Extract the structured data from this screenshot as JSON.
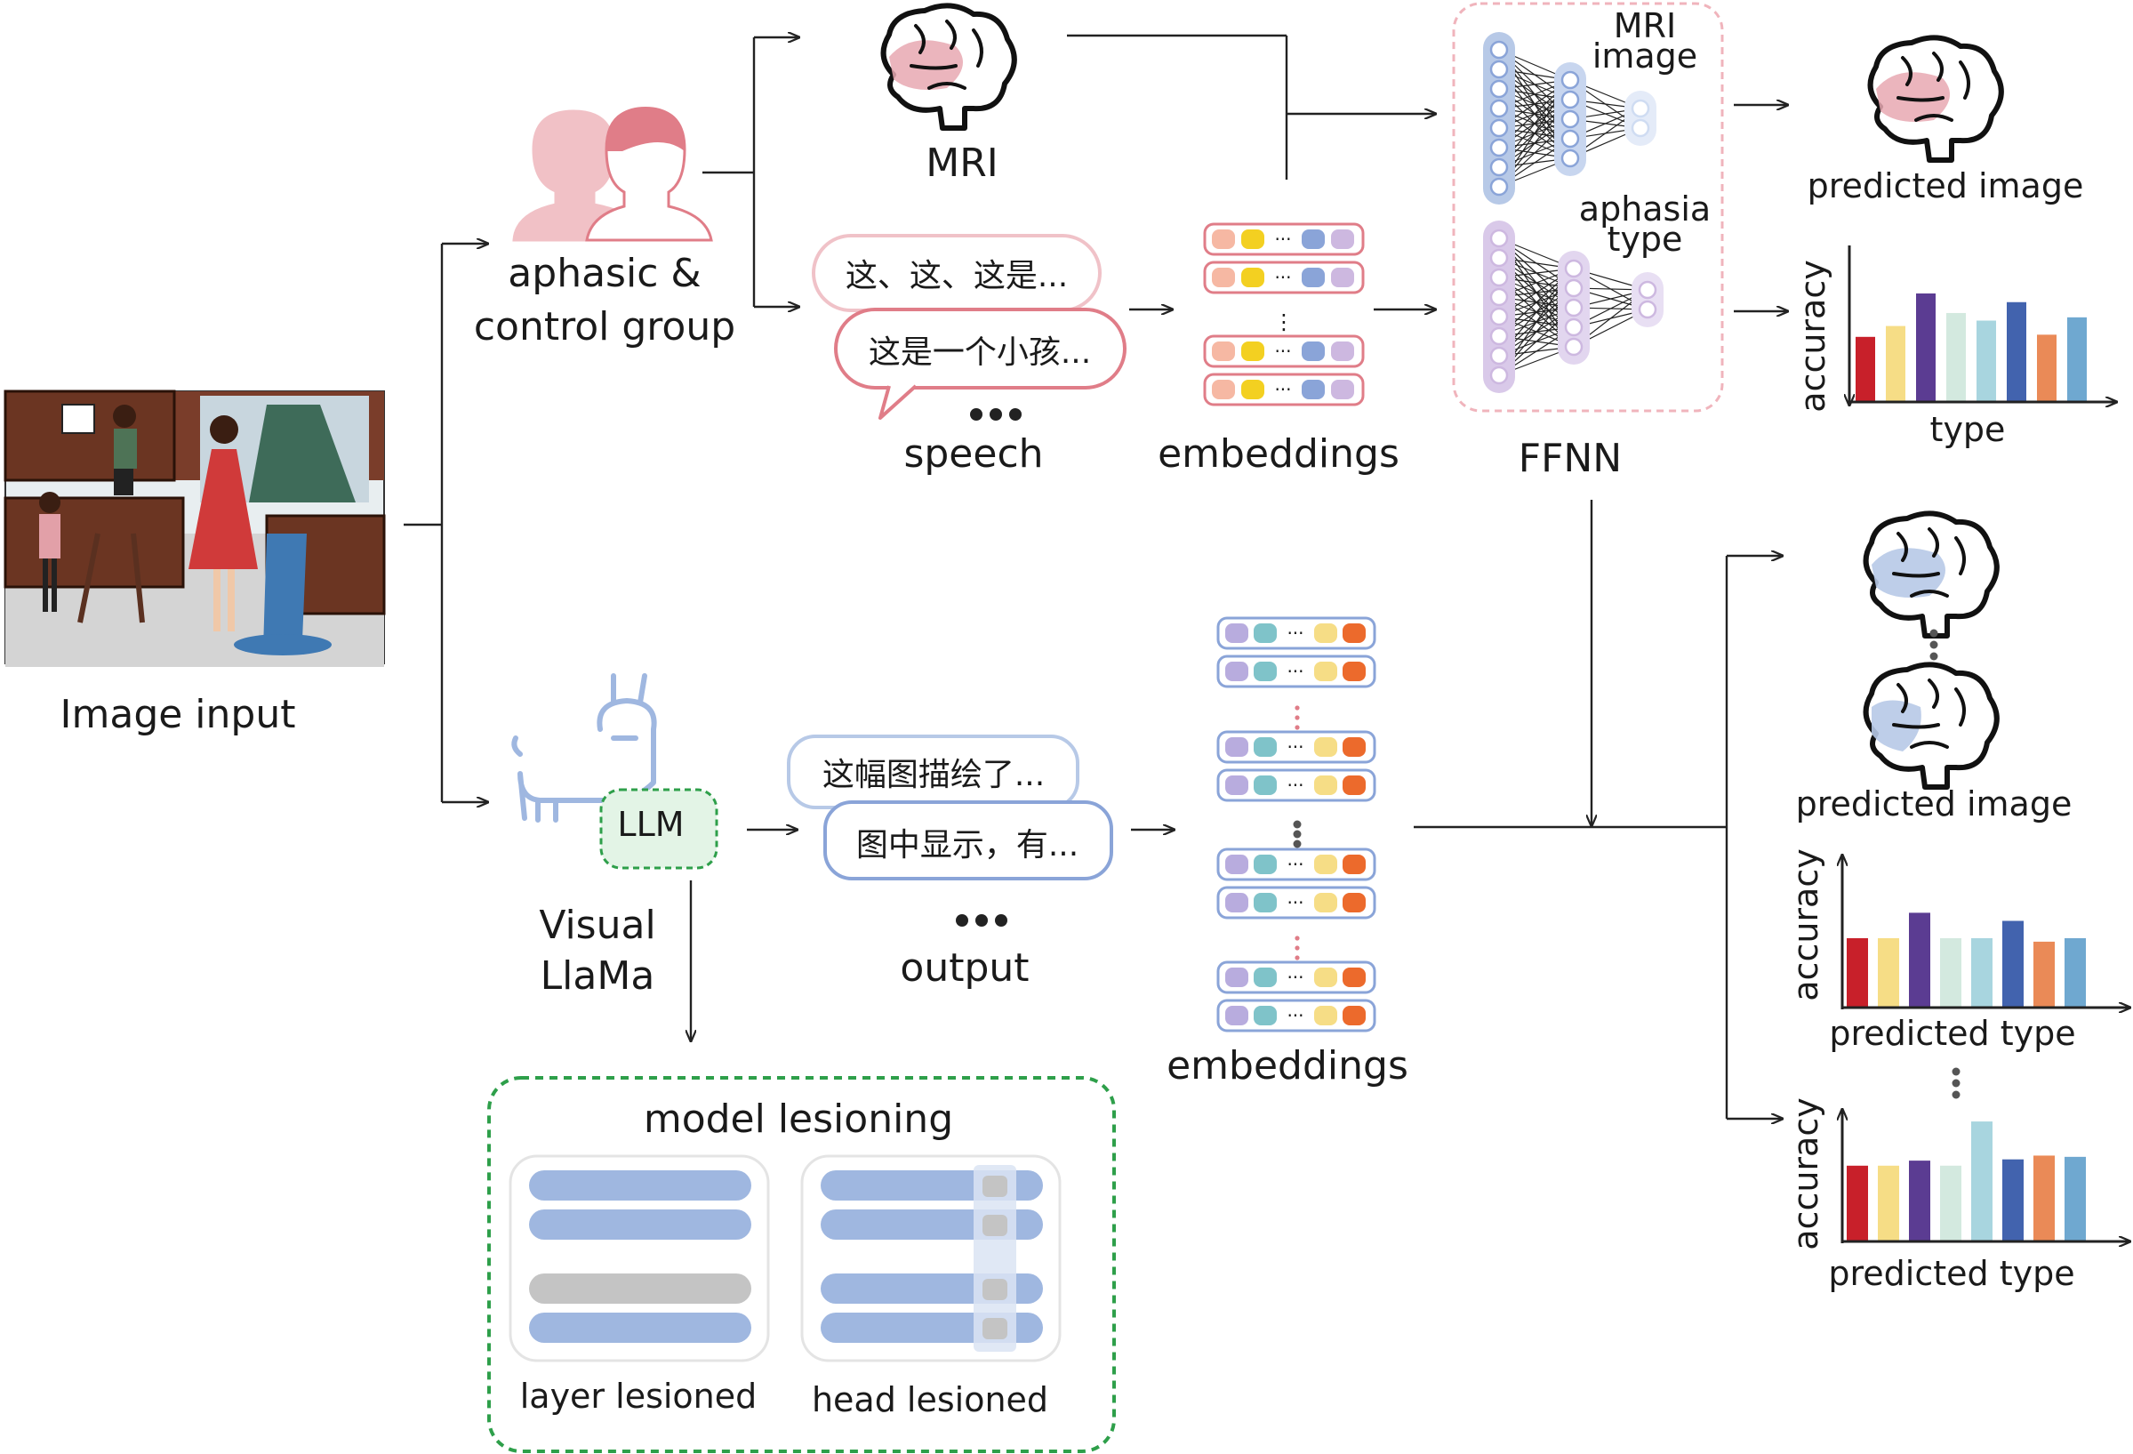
{
  "labels": {
    "image_input": "Image  input",
    "group_line1": "aphasic &",
    "group_line2": "control group",
    "mri": "MRI",
    "speech": "speech",
    "embeddings_top": "embeddings",
    "ffnn": "FFNN",
    "mri_image_line1": "MRI",
    "mri_image_line2": "image",
    "aphasia_type_line1": "aphasia",
    "aphasia_type_line2": "type",
    "predicted_image_top": "predicted image",
    "accuracy": "accuracy",
    "type": "type",
    "llm": "LLM",
    "visual_llama_line1": "Visual",
    "visual_llama_line2": "LlaMa",
    "output": "output",
    "embeddings_bottom": "embeddings",
    "predicted_image_bottom": "predicted image",
    "predicted_type": "predicted type",
    "model_lesioning": "model lesioning",
    "layer_lesioned": "layer lesioned",
    "head_lesioned": "head lesioned"
  },
  "speech_bubbles": [
    "这、这、这是...",
    "这是一个小孩..."
  ],
  "output_bubbles": [
    "这幅图描绘了...",
    "图中显示，有..."
  ],
  "colors": {
    "red": "#c8202a",
    "yellow": "#f6dd86",
    "purple": "#5b3c92",
    "mint": "#d3e9df",
    "light_blue": "#a8d5df",
    "blue": "#4263ae",
    "orange": "#ea8a57",
    "sky": "#6fa8d0",
    "pink_border": "#e07d88",
    "llama_blue": "#9fb7e0",
    "green_dash": "#2e9f4a"
  },
  "chart_data": [
    {
      "type": "bar",
      "xlabel": "type",
      "ylabel": "accuracy",
      "values": [
        0.6,
        0.7,
        1.0,
        0.82,
        0.75,
        0.92,
        0.62,
        0.78
      ]
    },
    {
      "type": "bar",
      "xlabel": "predicted type",
      "ylabel": "accuracy",
      "values": [
        0.6,
        0.6,
        0.82,
        0.6,
        0.6,
        0.75,
        0.57,
        0.6
      ]
    },
    {
      "type": "bar",
      "xlabel": "predicted type",
      "ylabel": "accuracy",
      "values": [
        0.6,
        0.6,
        0.64,
        0.6,
        0.95,
        0.65,
        0.68,
        0.67
      ]
    }
  ]
}
